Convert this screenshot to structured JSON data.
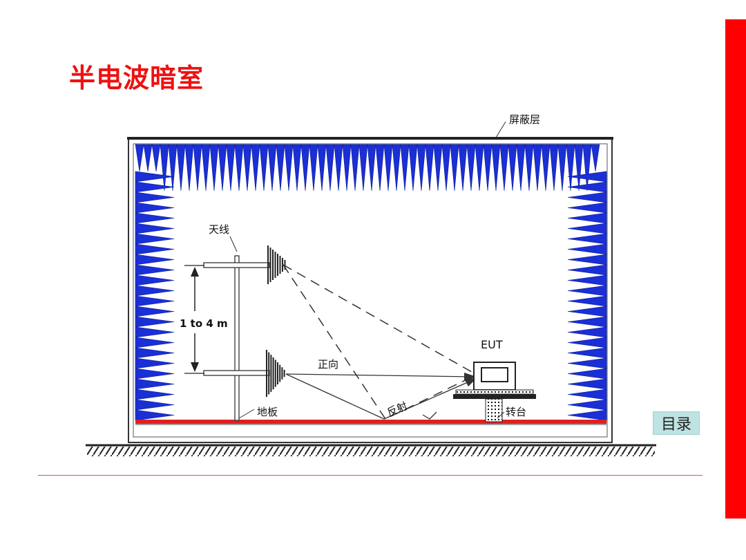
{
  "slide": {
    "title": "半电波暗室",
    "accent_color": "#ff0000",
    "toc_button": "目录"
  },
  "diagram": {
    "labels": {
      "shield_layer": "屏蔽层",
      "antenna": "天线",
      "height_range": "1 to 4 m",
      "eut": "EUT",
      "direct_path": "正向",
      "reflection": "反射",
      "floor": "地板",
      "turntable": "转台"
    },
    "colors": {
      "absorber": "#1a2fd6",
      "ground_plane": "#e02020",
      "frame": "#333333"
    }
  }
}
